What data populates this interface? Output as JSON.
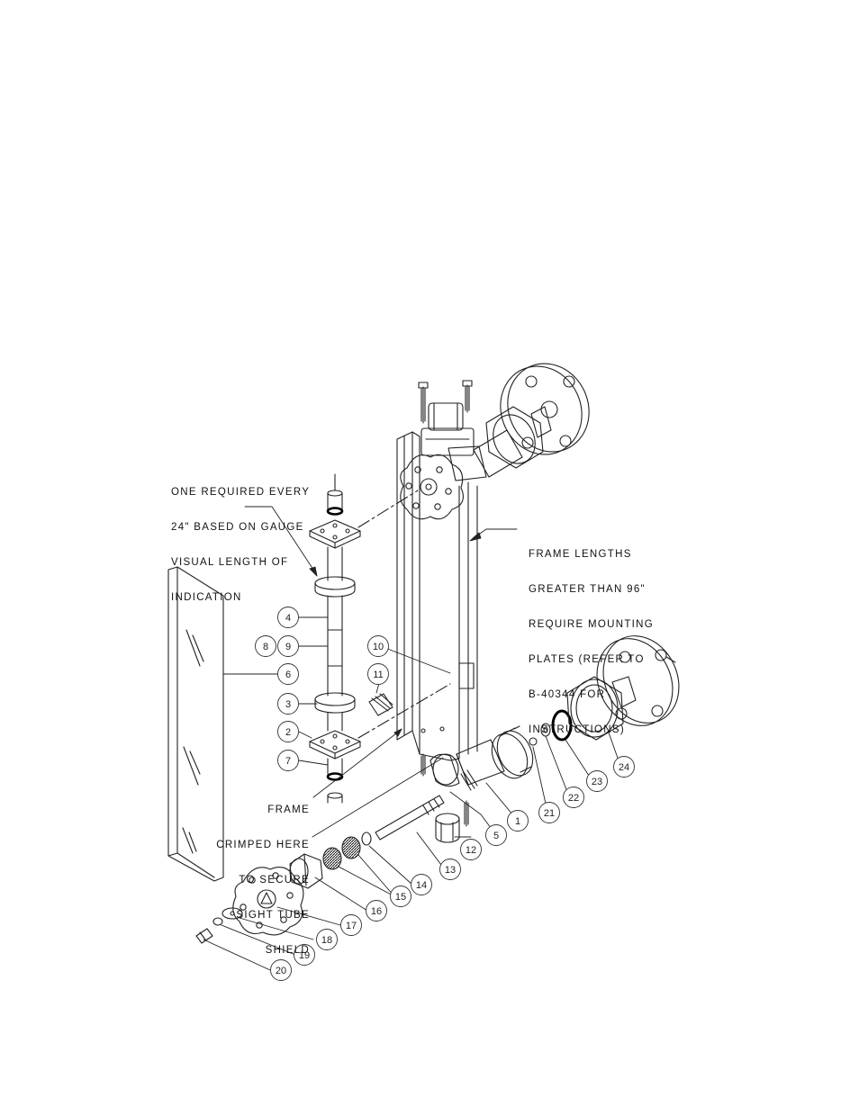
{
  "notes": {
    "mounting": [
      "ONE REQUIRED EVERY",
      "24\" BASED ON GAUGE",
      "VISUAL LENGTH OF",
      "INDICATION"
    ],
    "frame_length": [
      "FRAME LENGTHS",
      "GREATER THAN 96\"",
      "REQUIRE MOUNTING",
      "PLATES (REFER TO",
      "B-40344 FOR",
      "INSTRUCTIONS)"
    ],
    "crimp": [
      "FRAME",
      "CRIMPED HERE",
      "TO SECURE",
      "SIGHT TUBE",
      "SHIELD"
    ]
  },
  "balloons": [
    "1",
    "2",
    "3",
    "4",
    "5",
    "6",
    "7",
    "8",
    "9",
    "10",
    "11",
    "12",
    "13",
    "14",
    "15",
    "16",
    "17",
    "18",
    "19",
    "20",
    "21",
    "22",
    "23",
    "24"
  ]
}
